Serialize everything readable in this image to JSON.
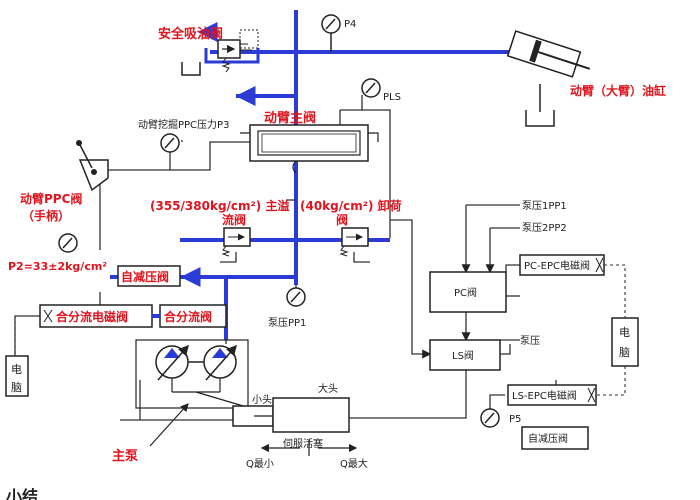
{
  "labels": {
    "safety_suction_valve": "安全吸油阀",
    "p4": "P4",
    "boom_cylinder": "动臂（大臂）油缸",
    "pls": "PLS",
    "boom_main_valve": "动臂主阀",
    "boom_ppc_pressure": "动臂挖掘PPC压力P3",
    "boom_ppc_valve_line1": "动臂PPC阀",
    "boom_ppc_valve_line2": "（手柄）",
    "relief_spec_part1": "(355/380kg/cm²) 主溢",
    "relief_spec_part2": "(40kg/cm²) 卸荷",
    "main_relief_tail": "流阀",
    "unload_tail": "阀",
    "p2_spec": "P2=33±2kg/cm²",
    "self_reducing_valve_left": "自减压阀",
    "pump_pressure_pp1": "泵压PP1",
    "merge_divide_solenoid": "合分流电磁阀",
    "merge_divide_valve": "合分流阀",
    "pump_pressure_1": "泵压1PP1",
    "pump_pressure_2": "泵压2PP2",
    "pc_epc_solenoid": "PC-EPC电磁阀",
    "pc_valve": "PC阀",
    "ls_valve": "LS阀",
    "pump_pressure": "泵压",
    "ls_epc_solenoid": "LS-EPC电磁阀",
    "self_reducing_valve_right": "自减压阀",
    "computer_right_c1": "电",
    "computer_right_c2": "脑",
    "computer_left_c1": "电",
    "computer_left_c2": "脑",
    "small_end": "小头",
    "big_end": "大头",
    "servo_piston": "伺服活塞",
    "q_min": "Q最小",
    "q_max": "Q最大",
    "p5": "P5",
    "main_pump": "主泵",
    "bottom_clip": "小结"
  },
  "colors": {
    "main_line": "#2a3bd6",
    "pilot_line": "#333333",
    "highlight_text": "#e0141e"
  }
}
